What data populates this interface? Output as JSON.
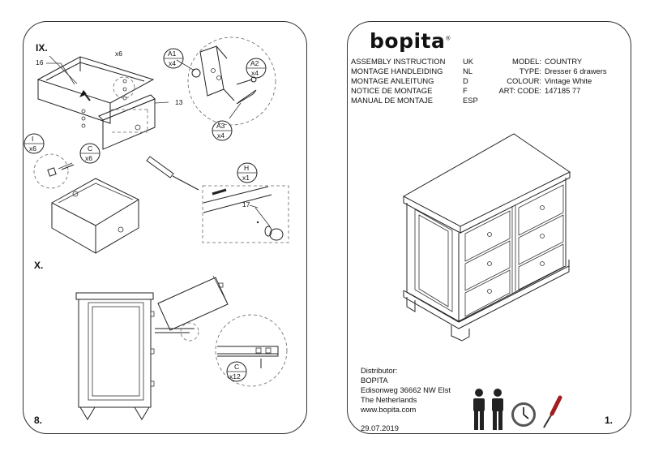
{
  "left_page": {
    "step_ix": "IX.",
    "step_x": "X.",
    "page_number": "8.",
    "labels": {
      "part_16": "16",
      "qty_x6": "x6",
      "part_13": "13",
      "part_17": "17",
      "a1": "A1",
      "a1_qty": "x4",
      "a2": "A2",
      "a2_qty": "x4",
      "a3": "A3",
      "a3_qty": "x4",
      "i": "I",
      "i_qty": "x6",
      "c": "C",
      "c_qty": "x6",
      "h": "H",
      "h_qty": "x1",
      "c2": "C",
      "c2_qty": "x12"
    }
  },
  "right_page": {
    "brand": "bopita",
    "brand_mark": "®",
    "instructions": [
      {
        "title": "ASSEMBLY INSTRUCTION",
        "lang": "UK"
      },
      {
        "title": "MONTAGE HANDLEIDING",
        "lang": "NL"
      },
      {
        "title": "MONTAGE ANLEITUNG",
        "lang": "D"
      },
      {
        "title": "NOTICE DE MONTAGE",
        "lang": "F"
      },
      {
        "title": "MANUAL DE MONTAJE",
        "lang": "ESP"
      }
    ],
    "specs": [
      {
        "label": "MODEL:",
        "value": "COUNTRY"
      },
      {
        "label": "TYPE:",
        "value": "Dresser 6 drawers"
      },
      {
        "label": "COLOUR:",
        "value": "Vintage White"
      },
      {
        "label": "ART: CODE:",
        "value": "147185 77"
      }
    ],
    "distributor": [
      "Distributor:",
      "BOPITA",
      "Edisonweg 36662 NW Elst",
      "The Netherlands",
      "www.bopita.com"
    ],
    "date": "29.07.2019",
    "page_number": "1.",
    "icons": [
      "two-persons-icon",
      "clock-icon",
      "screwdriver-icon"
    ]
  }
}
